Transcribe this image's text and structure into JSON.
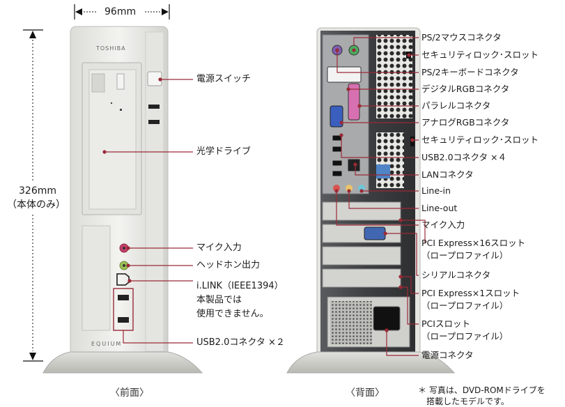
{
  "front": {
    "width_label": "96mm",
    "height_label": "326mm",
    "height_sub": "（本体のみ）",
    "brand": "TOSHIBA",
    "series": "EQUIUM",
    "caption": "〈前面〉",
    "callouts": [
      "電源スイッチ",
      "光学ドライブ",
      "マイク入力",
      "ヘッドホン出力",
      "i.LINK（IEEE1394）",
      "本製品では",
      "使用できません。",
      "USB2.0コネクタ ×２"
    ]
  },
  "rear": {
    "caption": "〈背面〉",
    "callouts": [
      "PS/2マウスコネクタ",
      "セキュリティロック･スロット",
      "PS/2キーボードコネクタ",
      "デジタルRGBコネクタ",
      "パラレルコネクタ",
      "アナログRGBコネクタ",
      "セキュリティロック･スロット",
      "USB2.0コネクタ ×４",
      "LANコネクタ",
      "Line-in",
      "Line-out",
      "マイク入力",
      "PCI Express×16スロット",
      "（ロープロファイル）",
      "シリアルコネクタ",
      "PCI Express×1スロット",
      "（ロープロファイル）",
      "PCIスロット",
      "（ロープロファイル）",
      "電源コネクタ"
    ]
  },
  "footnote": {
    "line1": "＊ 写真は、DVD-ROMドライブを",
    "line2": "　搭載したモデルです。"
  },
  "colors": {
    "leader": "#9a2a37",
    "chassis": "#e9e9e6",
    "rear_panel": "#3a3b3e"
  }
}
